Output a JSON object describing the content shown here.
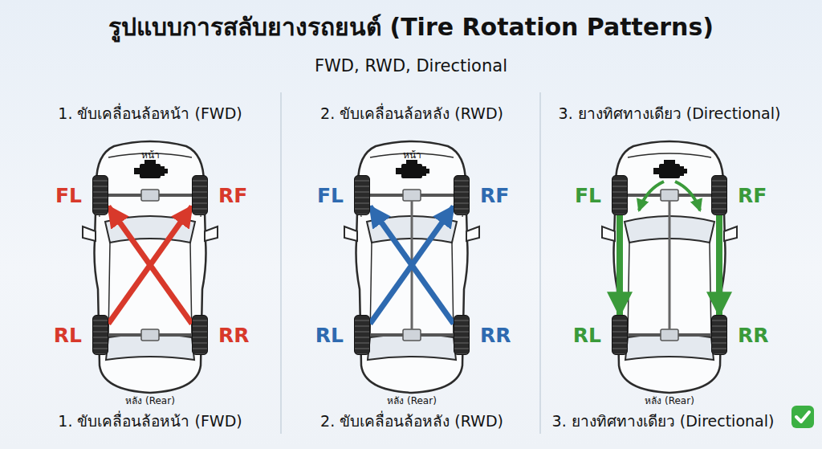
{
  "diagram": {
    "title": "รูปแบบการสลับยางรถยนต์ (Tire Rotation Patterns)",
    "nodes": [
      {
        "text": [
          "FL"
        ]
      },
      {
        "text": [
          "RF"
        ]
      },
      {
        "text": [
          "RL"
        ]
      },
      {
        "text": [
          "RR"
        ]
      },
      {
        "text": [
          "FL"
        ]
      },
      {
        "text": [
          "RF"
        ]
      },
      {
        "text": [
          "RL"
        ]
      },
      {
        "text": [
          "RR"
        ]
      },
      {
        "text": [
          "FL"
        ]
      },
      {
        "text": [
          "RF"
        ]
      },
      {
        "text": [
          "RL"
        ]
      },
      {
        "text": [
          "RR"
        ]
      }
    ],
    "edges": [
      {
        "from": 2,
        "to": 1,
        "arrow": "to"
      },
      {
        "from": 3,
        "to": 0,
        "arrow": "to"
      },
      {
        "from": 6,
        "to": 5,
        "arrow": "to"
      },
      {
        "from": 7,
        "to": 4,
        "arrow": "to"
      },
      {
        "from": 8,
        "to": 10,
        "arrow": "to"
      },
      {
        "from": 9,
        "to": 11,
        "arrow": "to"
      }
    ],
    "labels": [
      "FWD, RWD, Directional",
      "1. ขับเคลื่อนล้อหน้า (FWD)",
      "หน้า",
      "หลัง (Rear)",
      "1. ขับเคลื่อนล้อหน้า (FWD)",
      "2. ขับเคลื่อนล้อหลัง (RWD)",
      "หน้า",
      "หลัง (Rear)",
      "2. ขับเคลื่อนล้อหลัง (RWD)",
      "3. ยางทิศทางเดียว (Directional)",
      "หลัง (Rear)",
      "3. ยางทิศทางเดียว (Directional)"
    ]
  }
}
